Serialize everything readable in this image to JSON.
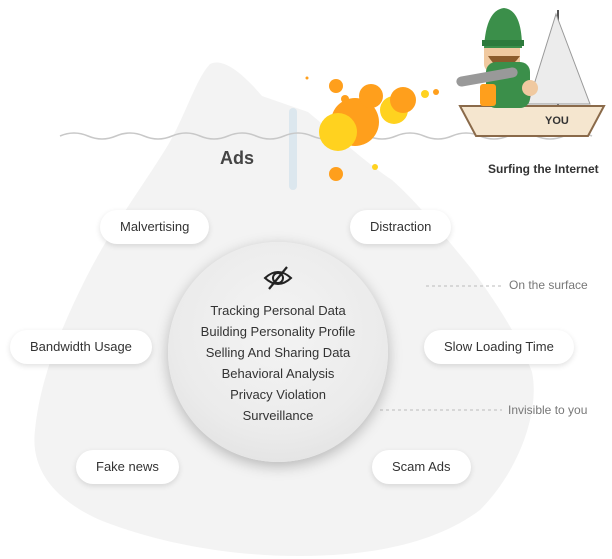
{
  "heading": "Ads",
  "surfing_caption": "Surfing the Internet",
  "boat_label": "YOU",
  "surface_label": "On the surface",
  "invisible_label": "Invisible to you",
  "outer_items": [
    "Malvertising",
    "Distraction",
    "Bandwidth Usage",
    "Slow Loading Time",
    "Fake news",
    "Scam Ads"
  ],
  "hidden_items": [
    "Tracking Personal Data",
    "Building Personality Profile",
    "Selling And Sharing Data",
    "Behavioral Analysis",
    "Privacy Violation",
    "Surveillance"
  ],
  "center_icon": "eye-slash-icon",
  "colors": {
    "iceberg": "#f3f3f3",
    "water": "#c8c8c8",
    "bubble_orange": "#ff9f1c",
    "bubble_yellow": "#ffd21f",
    "sailor_green": "#3b8f4a",
    "bar": "#dce7ee"
  }
}
